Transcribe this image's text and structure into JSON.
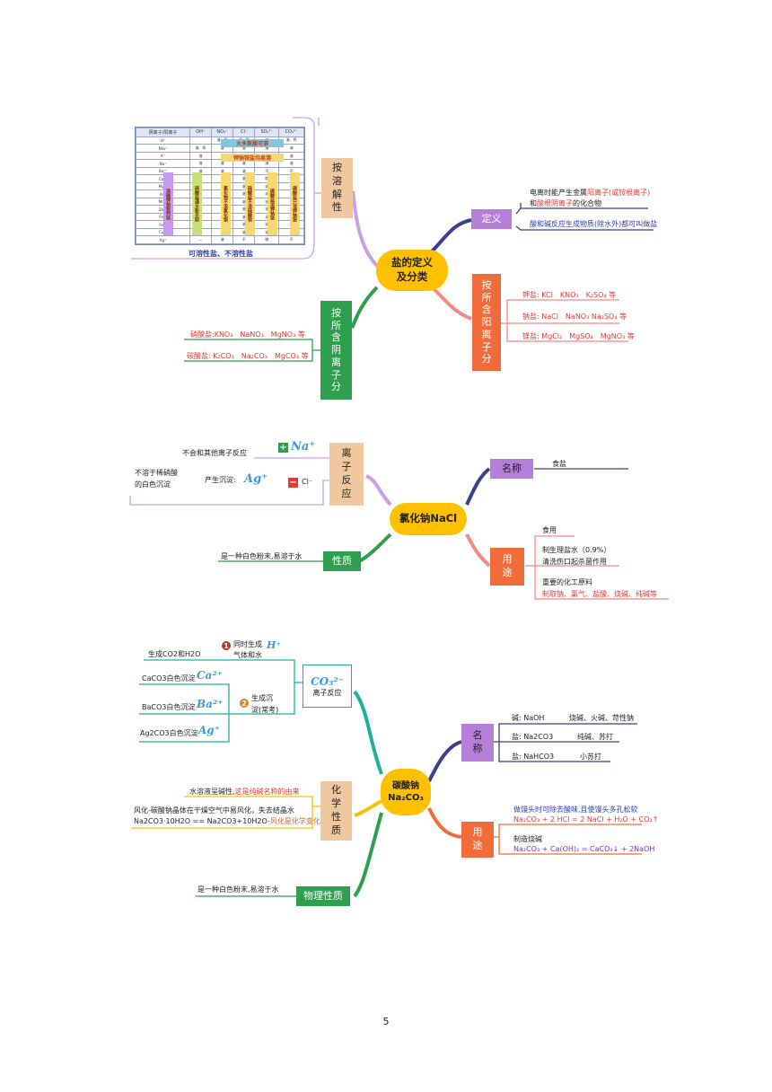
{
  "colors": {
    "central": "#ffc000",
    "pink": "#f0c8a0",
    "green": "#2e9e4f",
    "orange": "#f26b3a",
    "purple": "#b47fd6",
    "teal": "#20b0a0",
    "navy": "#3b3f8f"
  },
  "map1": {
    "center": "盐的定义及分类",
    "solubility": {
      "title": [
        "按",
        "溶",
        "解",
        "性"
      ],
      "caption_a": "可溶性盐",
      "caption_sep": "、",
      "caption_b": "不溶性盐",
      "table": {
        "headers": [
          "阴离子/阳离子",
          "OH⁻",
          "NO₃⁻",
          "Cl⁻",
          "SO₄²⁻",
          "CO₃²⁻"
        ],
        "rows": [
          [
            "H⁺",
            "",
            "溶、挥",
            "溶、挥",
            "溶",
            "溶、挥"
          ],
          [
            "NH₄⁺",
            "溶、挥",
            "溶",
            "溶",
            "溶",
            "溶"
          ],
          [
            "K⁺",
            "溶",
            "溶",
            "溶",
            "溶",
            "溶"
          ],
          [
            "Na⁺",
            "溶",
            "溶",
            "溶",
            "溶",
            "溶"
          ],
          [
            "Ba²⁺",
            "溶",
            "溶",
            "溶",
            "不",
            "不"
          ],
          [
            "Ca²⁺",
            "微",
            "溶",
            "溶",
            "微",
            "不"
          ],
          [
            "Mg²⁺",
            "不",
            "溶",
            "溶",
            "溶",
            "微"
          ],
          [
            "Al³⁺",
            "不",
            "溶",
            "溶",
            "溶",
            "—"
          ],
          [
            "Mn²⁺",
            "不",
            "溶",
            "溶",
            "溶",
            "不"
          ],
          [
            "Zn²⁺",
            "不",
            "溶",
            "溶",
            "溶",
            "不"
          ],
          [
            "Fe²⁺",
            "不",
            "溶",
            "溶",
            "溶",
            "不"
          ],
          [
            "Fe³⁺",
            "不",
            "溶",
            "溶",
            "溶",
            "—"
          ],
          [
            "Cu²⁺",
            "不",
            "溶",
            "溶",
            "溶",
            "—"
          ],
          [
            "Ag⁺",
            "—",
            "溶",
            "不",
            "微",
            "不"
          ]
        ],
        "banner1": "大多数酸可溶",
        "banner2": "钾钠铵盐均易溶",
        "stickers": [
          "溶碱钾钠钡钙铵",
          "硝酸盐遇水影无踪",
          "氯化物不溶氯化银",
          "硫酸盐不溶硫酸钡",
          "碳酸盐溶钾钠铵",
          "碳酸盐只溶钾钠铵"
        ]
      }
    },
    "definition": {
      "title": "定义",
      "line1_a": "电离时能产生金属",
      "line1_b": "阳离子(或铵根离子)",
      "line2_a": "和",
      "line2_b": "酸根阴离子",
      "line2_c": "的化合物",
      "line3": "酸和碱反应生成物质(除水外)都可叫做盐"
    },
    "cation": {
      "title": [
        "按",
        "所",
        "含",
        "阳",
        "离",
        "子",
        "分"
      ],
      "items": [
        "钾盐: KCl　KNO₃　K₂SO₄  等",
        "钠盐: NaCl　NaNO₃  Na₂SO₄  等",
        "镁盐: MgCl₂　MgSO₄　MgNO₃  等"
      ]
    },
    "anion": {
      "title": [
        "按",
        "所",
        "含",
        "阴",
        "离",
        "子",
        "分"
      ],
      "items": [
        "硝酸盐:KNO₃　NaNO₃　MgNO₃ 等",
        "碳酸盐: K₂CO₃　Na₂CO₃　MgCO₃ 等"
      ]
    }
  },
  "map2": {
    "center": "氯化钠NaCl",
    "ion": {
      "title": [
        "离",
        "子",
        "反",
        "应"
      ],
      "na_text": "不会和其他离子反应",
      "na_sign": "+",
      "na_ion": "Na⁺",
      "ag_text1": "不溶于稀硝酸",
      "ag_text2": "的白色沉淀",
      "ag_mid": "产生沉淀:",
      "ag_ion": "Ag⁺",
      "cl_sign": "−",
      "cl_ion": "Cl⁻"
    },
    "property": {
      "title": "性质",
      "text": "是一种白色粉末,易溶于水"
    },
    "name": {
      "title": "名称",
      "text": "食盐"
    },
    "use": {
      "title": [
        "用",
        "途"
      ],
      "u1": "食用",
      "u2a": "制生理盐水（0.9%）",
      "u2b": "清洗伤口起杀菌作用",
      "u3a": "重要的化工原料",
      "u3b": "制取钠、氯气、盐酸、烧碱、纯碱等"
    }
  },
  "map3": {
    "center_a": "碳酸钠",
    "center_b": "Na₂CO₃",
    "ion": {
      "formula": "CO₃²⁻",
      "title": "离子反应",
      "b1_num": "1",
      "b1_text1": "同时生成",
      "b1_text2": "气体和水",
      "b1_item": "生成CO2和H2O",
      "b1_ion": "H⁺",
      "b2_num": "2",
      "b2_text1": "生成沉",
      "b2_text2": "淀(常考)",
      "p1": "CaCO3白色沉淀",
      "p1_ion": "Ca²⁺",
      "p2": "BaCO3白色沉淀",
      "p2_ion": "Ba²⁺",
      "p3": "Ag2CO3白色沉淀",
      "p3_ion": "Ag⁺"
    },
    "chem": {
      "title": [
        "化",
        "学",
        "性",
        "质"
      ],
      "t1a": "水溶液呈碱性,",
      "t1b": "这是纯碱名称的由来",
      "t2": "风化-碳酸钠晶体在干燥空气中易风化，失去结晶水",
      "t3a": "Na2CO3·10H2O == Na2CO3+10H2O-",
      "t3b": "风化是化学变化"
    },
    "phys": {
      "title": "物理性质",
      "text": "是一种白色粉末,易溶于水"
    },
    "name": {
      "title": [
        "名",
        "称"
      ],
      "n1a": "碱:  NaOH",
      "n1b": "烧碱、火碱、苛性钠",
      "n2a": "盐:  Na2CO3",
      "n2b": "纯碱、苏打",
      "n3a": "盐:  NaHCO3",
      "n3b": "小苏打"
    },
    "use": {
      "title": [
        "用",
        "途"
      ],
      "u1": "做馒头时可除去酸味,且使馒头多孔松软",
      "u1eq": "Na₂CO₃ + 2 HCl = 2 NaCl + H₂O + CO₂↑",
      "u2": "制造烧碱",
      "u2eq": "Na₂CO₃ + Ca(OH)₂ = CaCO₃↓ + 2NaOH"
    }
  },
  "page_number": "5"
}
